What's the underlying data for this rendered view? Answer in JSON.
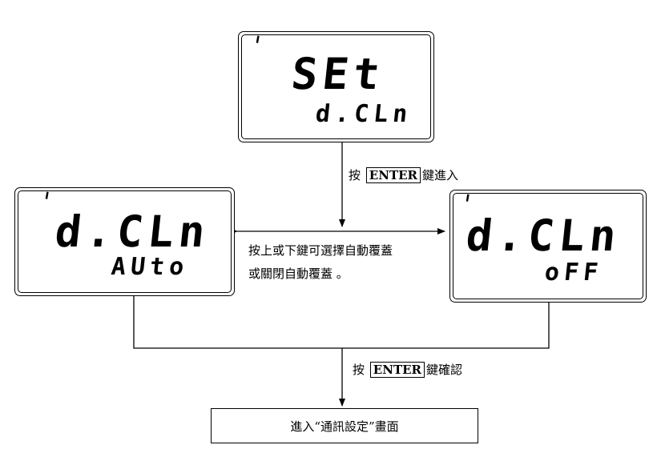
{
  "top_display": {
    "main": "SEt",
    "sub": "d.CLn"
  },
  "left_display": {
    "main": "d.CLn",
    "sub": "AUto"
  },
  "right_display": {
    "main": "d.CLn",
    "sub": "oFF"
  },
  "step1": {
    "prefix": "按",
    "key": "ENTER",
    "suffix": "鍵進入"
  },
  "middle_note": {
    "line1": "按上或下鍵可選擇自動覆蓋",
    "line2": "或關閉自動覆蓋 。"
  },
  "step2": {
    "prefix": "按",
    "key": "ENTER",
    "suffix": "鍵確認"
  },
  "final_box": "進入“通訊設定”畫面"
}
